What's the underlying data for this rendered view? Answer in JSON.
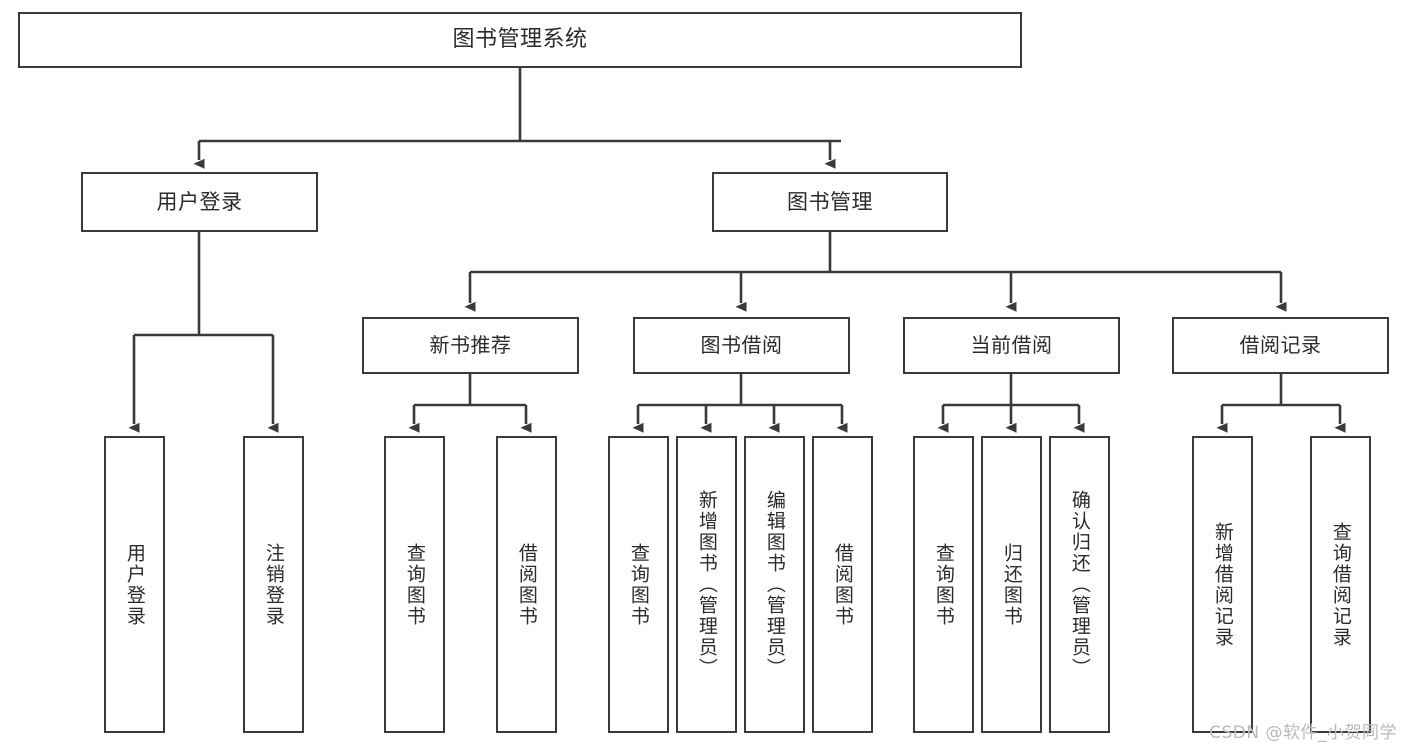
{
  "diagram": {
    "title": "图书管理系统",
    "type": "tree",
    "watermark": "CSDN @软件_小贺同学",
    "line_color": "#3a3a3a",
    "box_fill": "#ffffff",
    "text_color": "#2b2b2b",
    "watermark_color": "#b9b9b9"
  },
  "root": {
    "label": "图书管理系统"
  },
  "level2": [
    {
      "label": "用户登录"
    },
    {
      "label": "图书管理"
    }
  ],
  "level3": [
    {
      "label": "新书推荐"
    },
    {
      "label": "图书借阅"
    },
    {
      "label": "当前借阅"
    },
    {
      "label": "借阅记录"
    }
  ],
  "leaves": {
    "user_login": [
      {
        "label": "用户登录"
      },
      {
        "label": "注销登录"
      }
    ],
    "new_book": [
      {
        "label": "查询图书"
      },
      {
        "label": "借阅图书"
      }
    ],
    "book_borrow": [
      {
        "label": "查询图书"
      },
      {
        "label": "新增图书（管理员）"
      },
      {
        "label": "编辑图书（管理员）"
      },
      {
        "label": "借阅图书"
      }
    ],
    "current_borrow": [
      {
        "label": "查询图书"
      },
      {
        "label": "归还图书"
      },
      {
        "label": "确认归还（管理员）"
      }
    ],
    "borrow_record": [
      {
        "label": "新增借阅记录"
      },
      {
        "label": "查询借阅记录"
      }
    ]
  }
}
